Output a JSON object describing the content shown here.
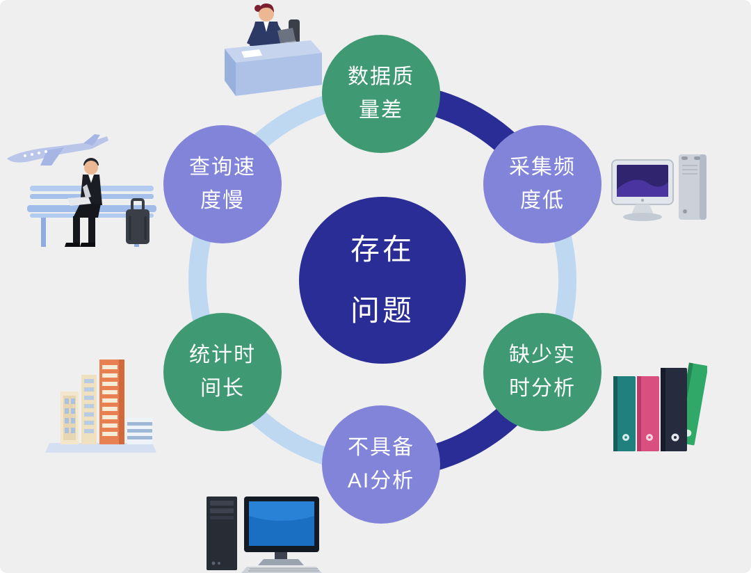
{
  "background_color": "#efeff0",
  "center_node": {
    "line1": "存在",
    "line2": "问题",
    "color": "#2b2d96"
  },
  "nodes": [
    {
      "name": "data-quality",
      "line1": "数据质",
      "line2": "量差",
      "color": "#3f9a74"
    },
    {
      "name": "collection-frequency",
      "line1": "采集频",
      "line2": "度低",
      "color": "#8184d8"
    },
    {
      "name": "realtime-analysis",
      "line1": "缺少实",
      "line2": "时分析",
      "color": "#3f9a74"
    },
    {
      "name": "ai-analysis",
      "line1": "不具备",
      "line2": "AI分析",
      "color": "#8184d8"
    },
    {
      "name": "statistics-time",
      "line1": "统计时",
      "line2": "间长",
      "color": "#3f9a74"
    },
    {
      "name": "query-speed",
      "line1": "查询速",
      "line2": "度慢",
      "color": "#8184d8"
    }
  ],
  "ring": {
    "color": "#bed8f2",
    "accent_color": "#2b2d96"
  },
  "illustrations": [
    "receptionist-desk",
    "airplane",
    "man-on-bench-with-luggage",
    "city-buildings",
    "imac-computer-with-tower",
    "ring-binders",
    "desktop-computer"
  ]
}
